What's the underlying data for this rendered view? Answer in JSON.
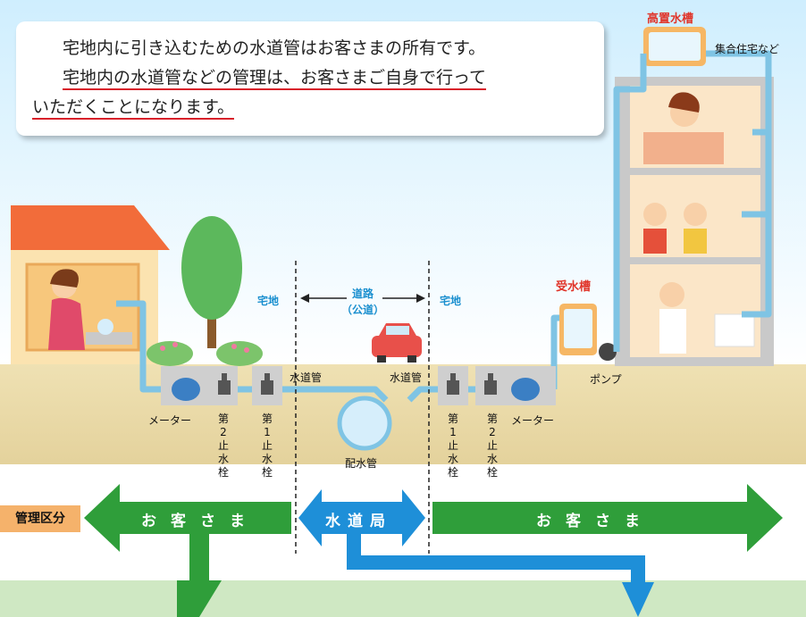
{
  "notice": {
    "line1": "宅地内に引き込むための水道管はお客さまの所有です。",
    "line2": "宅地内の水道管などの管理は、お客さまご自身で行って",
    "line3": "いただくことになります。"
  },
  "labels": {
    "elevated_tank": "高置水槽",
    "apartment": "集合住宅など",
    "receiving_tank": "受水槽",
    "pump": "ポンプ",
    "residential_left": "宅地",
    "residential_right": "宅地",
    "road": "道路",
    "road_public": "（公道）",
    "water_pipe_left": "水道管",
    "water_pipe_right": "水道管",
    "distribution_main": "配水管",
    "meter_left": "メーター",
    "meter_right": "メーター",
    "stopcock2_left": "第2止水栓",
    "stopcock1_left": "第1止水栓",
    "stopcock1_right": "第1止水栓",
    "stopcock2_right": "第2止水栓"
  },
  "management": {
    "title": "管理区分",
    "left": "お客さま",
    "center": "水道局",
    "right": "お客さま"
  },
  "colors": {
    "customer_green": "#2f9e3a",
    "bureau_blue": "#1e8fd8",
    "pipe": "#8fd0ec",
    "ground": "#e9d9a8"
  }
}
